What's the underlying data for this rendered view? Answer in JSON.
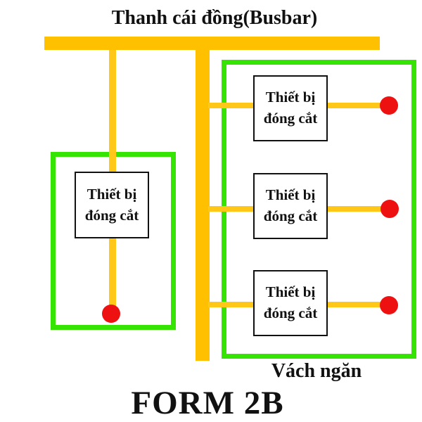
{
  "diagram": {
    "title": "Thanh cái đồng(Busbar)",
    "form_label": "FORM 2B"
  },
  "left_compartment": {
    "device": {
      "line1": "Thiết bị",
      "line2": "đóng cắt"
    }
  },
  "right_compartment": {
    "partition_label": "Vách ngăn",
    "devices": [
      {
        "line1": "Thiết bị",
        "line2": "đóng cắt"
      },
      {
        "line1": "Thiết bị",
        "line2": "đóng cắt"
      },
      {
        "line1": "Thiết bị",
        "line2": "đóng cắt"
      }
    ]
  },
  "colors": {
    "busbar_yellow": "#FFC000",
    "connector_yellow": "#FFC718",
    "compartment_green": "#35E402",
    "terminal_red": "#EE1111",
    "text_black": "#111111"
  }
}
